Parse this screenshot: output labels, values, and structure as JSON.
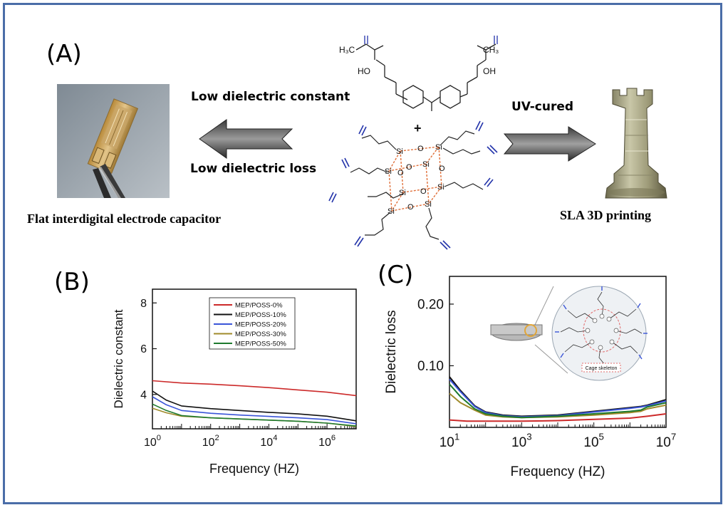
{
  "panels": {
    "a": {
      "label": "(A)",
      "arrow_left_top": "Low dielectric constant",
      "arrow_left_bottom": "Low dielectric loss",
      "arrow_right_top": "UV-cured",
      "left_caption": "Flat interdigital electrode capacitor",
      "right_caption": "SLA 3D printing",
      "plus": "+",
      "chem_h3c_1": "H₃C",
      "chem_h3c_2": "CH₃",
      "chem_ho_1": "HO",
      "chem_oh_2": "OH",
      "atom_si": "Si",
      "atom_o": "O"
    },
    "b": {
      "label": "(B)"
    },
    "c": {
      "label": "(C)",
      "inset_caption": "Cage skeleton"
    }
  },
  "chart_data": [
    {
      "type": "line",
      "ylabel": "Dielectric constant",
      "xlabel": "Frequency (HZ)",
      "xscale": "log",
      "xlim": [
        1,
        10000000
      ],
      "ylim": [
        2.5,
        8.6
      ],
      "x_ticks": [
        {
          "value": 1,
          "base": "10",
          "exp": "0"
        },
        {
          "value": 100,
          "base": "10",
          "exp": "2"
        },
        {
          "value": 10000,
          "base": "10",
          "exp": "4"
        },
        {
          "value": 1000000,
          "base": "10",
          "exp": "6"
        }
      ],
      "y_ticks": [
        "4",
        "6",
        "8"
      ],
      "y_tick_values": [
        4,
        6,
        8
      ],
      "legend_placement": "top-center",
      "series": [
        {
          "name": "MEP/POSS-0%",
          "color": "#cc2a2a",
          "x": [
            1,
            10,
            100,
            1000,
            10000,
            100000,
            1000000,
            10000000
          ],
          "values": [
            4.6,
            4.5,
            4.45,
            4.38,
            4.3,
            4.2,
            4.1,
            3.95
          ]
        },
        {
          "name": "MEP/POSS-10%",
          "color": "#111111",
          "x": [
            1,
            3,
            10,
            100,
            1000,
            10000,
            100000,
            1000000,
            10000000
          ],
          "values": [
            4.15,
            3.75,
            3.5,
            3.38,
            3.3,
            3.22,
            3.15,
            3.05,
            2.85
          ]
        },
        {
          "name": "MEP/POSS-20%",
          "color": "#3a55d8",
          "x": [
            1,
            3,
            10,
            100,
            1000,
            10000,
            100000,
            1000000,
            10000000
          ],
          "values": [
            3.9,
            3.55,
            3.3,
            3.18,
            3.1,
            3.04,
            2.98,
            2.9,
            2.72
          ]
        },
        {
          "name": "MEP/POSS-30%",
          "color": "#a08a2a",
          "x": [
            1,
            3,
            10,
            100,
            1000,
            10000,
            100000,
            1000000,
            10000000
          ],
          "values": [
            3.4,
            3.2,
            3.05,
            2.98,
            2.93,
            2.88,
            2.83,
            2.75,
            2.6
          ]
        },
        {
          "name": "MEP/POSS-50%",
          "color": "#1e7a2e",
          "x": [
            1,
            3,
            10,
            100,
            1000,
            10000,
            100000,
            1000000,
            10000000
          ],
          "values": [
            3.58,
            3.3,
            3.08,
            2.98,
            2.93,
            2.88,
            2.83,
            2.75,
            2.62
          ]
        }
      ]
    },
    {
      "type": "line",
      "ylabel": "Dielectric loss",
      "xlabel": "Frequency (HZ)",
      "xscale": "log",
      "xlim": [
        10,
        10000000
      ],
      "ylim": [
        0,
        0.245
      ],
      "x_ticks": [
        {
          "value": 10,
          "base": "10",
          "exp": "1"
        },
        {
          "value": 1000,
          "base": "10",
          "exp": "3"
        },
        {
          "value": 100000,
          "base": "10",
          "exp": "5"
        },
        {
          "value": 10000000,
          "base": "10",
          "exp": "7"
        }
      ],
      "y_ticks": [
        "0.10",
        "0.20"
      ],
      "y_tick_values": [
        0.1,
        0.2
      ],
      "series": [
        {
          "color": "#cc2a2a",
          "x": [
            10,
            30,
            100,
            1000,
            10000,
            100000,
            1000000,
            3000000,
            10000000
          ],
          "values": [
            0.012,
            0.01,
            0.01,
            0.01,
            0.011,
            0.013,
            0.015,
            0.018,
            0.022
          ]
        },
        {
          "color": "#111111",
          "x": [
            10,
            20,
            50,
            100,
            300,
            1000,
            10000,
            100000,
            1000000,
            2000000,
            3000000,
            10000000
          ],
          "values": [
            0.082,
            0.06,
            0.035,
            0.025,
            0.02,
            0.018,
            0.02,
            0.026,
            0.032,
            0.034,
            0.036,
            0.045
          ]
        },
        {
          "color": "#3a55d8",
          "x": [
            10,
            20,
            50,
            100,
            300,
            1000,
            10000,
            100000,
            1000000,
            2000000,
            3000000,
            10000000
          ],
          "values": [
            0.078,
            0.058,
            0.034,
            0.024,
            0.019,
            0.017,
            0.019,
            0.025,
            0.031,
            0.033,
            0.035,
            0.043
          ]
        },
        {
          "color": "#a08a2a",
          "x": [
            10,
            20,
            50,
            100,
            300,
            1000,
            10000,
            100000,
            1000000,
            2000000,
            3000000,
            10000000
          ],
          "values": [
            0.055,
            0.04,
            0.028,
            0.02,
            0.017,
            0.016,
            0.017,
            0.02,
            0.024,
            0.026,
            0.03,
            0.036
          ]
        },
        {
          "color": "#1e7a2e",
          "x": [
            10,
            20,
            50,
            100,
            300,
            1000,
            10000,
            100000,
            1000000,
            2000000,
            3000000,
            10000000
          ],
          "values": [
            0.07,
            0.05,
            0.03,
            0.022,
            0.018,
            0.016,
            0.018,
            0.022,
            0.026,
            0.028,
            0.033,
            0.04
          ]
        }
      ]
    }
  ]
}
